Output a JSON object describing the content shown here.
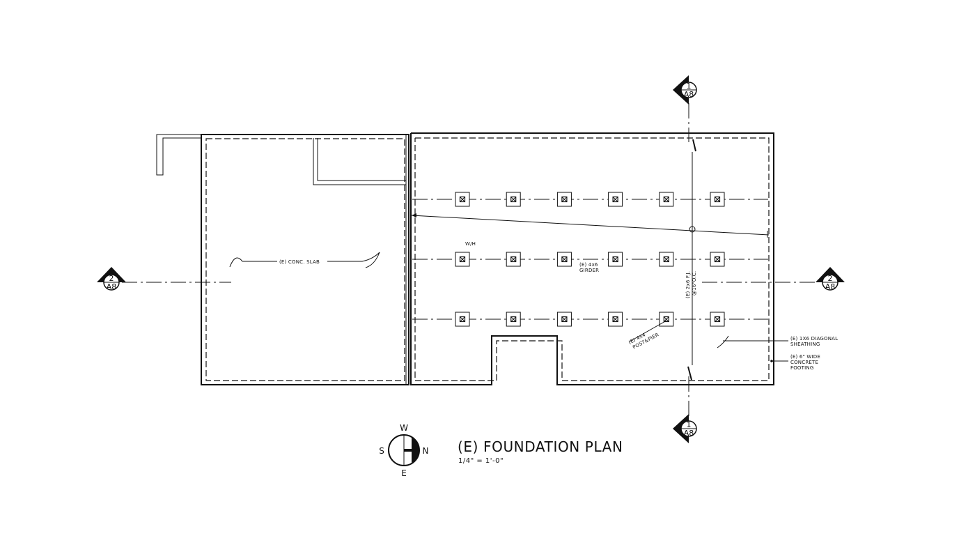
{
  "plan": {
    "title": "(E) FOUNDATION PLAN",
    "scale": "1/4\" = 1'-0\""
  },
  "section_markers": [
    {
      "id": "1",
      "sheet": "A8",
      "position": "top"
    },
    {
      "id": "1",
      "sheet": "A8",
      "position": "bottom"
    },
    {
      "id": "2",
      "sheet": "A8",
      "position": "left"
    },
    {
      "id": "2",
      "sheet": "A8",
      "position": "right"
    }
  ],
  "notes": {
    "slab": "(E) CONC. SLAB",
    "wh": "W/H",
    "girder_1": "(E) 4x6",
    "girder_2": "GIRDER",
    "joist_1": "(E) 2x6 F.J.",
    "joist_2": "@16\"O.C.",
    "post_1": "(E) 4x4",
    "post_2": "POST&PIER",
    "sheathing_1": "(E) 1X6 DIAGONAL",
    "sheathing_2": "SHEATHING",
    "footing_1": "(E) 6\" WIDE",
    "footing_2": "CONCRETE",
    "footing_3": "FOOTING"
  },
  "compass": {
    "top": "W",
    "left": "S",
    "right": "N",
    "bottom": "E"
  },
  "piers": {
    "rows": 3,
    "columns": 6
  },
  "colors": {
    "ink": "#111111",
    "background": "#ffffff"
  }
}
